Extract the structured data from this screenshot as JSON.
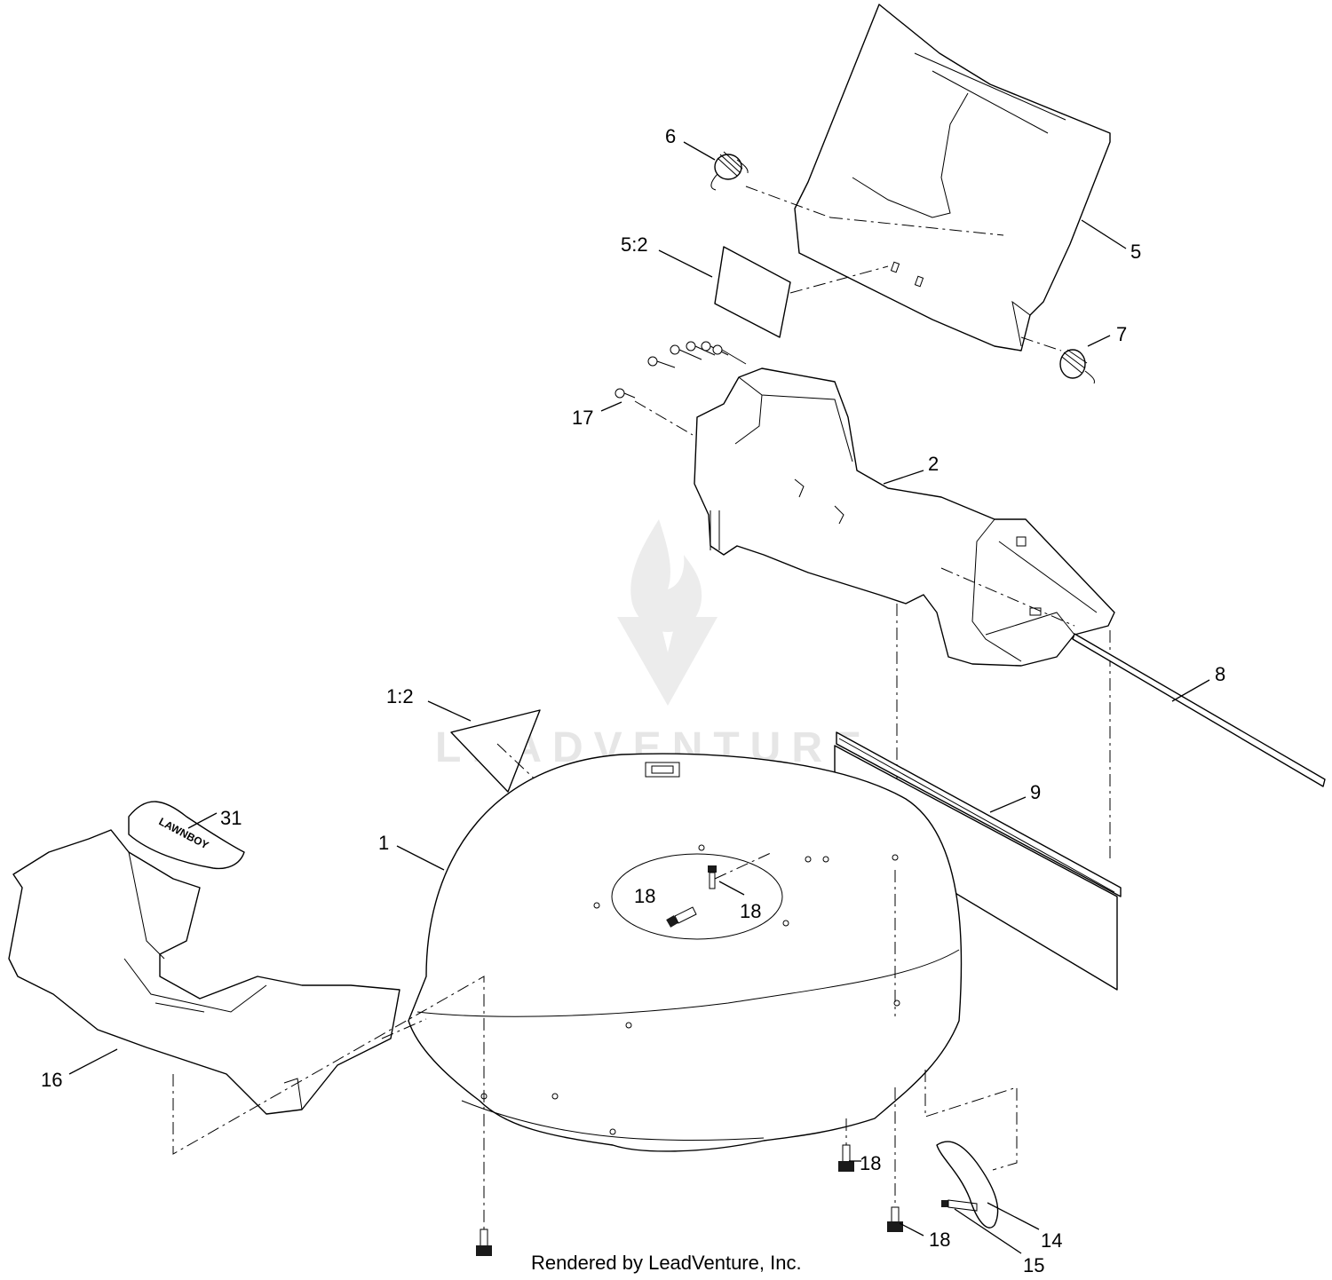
{
  "diagram": {
    "callouts": [
      {
        "id": "6",
        "text": "6"
      },
      {
        "id": "5-2",
        "text": "5:2"
      },
      {
        "id": "5",
        "text": "5"
      },
      {
        "id": "7",
        "text": "7"
      },
      {
        "id": "17",
        "text": "17"
      },
      {
        "id": "2",
        "text": "2"
      },
      {
        "id": "8",
        "text": "8"
      },
      {
        "id": "1-2",
        "text": "1:2"
      },
      {
        "id": "9",
        "text": "9"
      },
      {
        "id": "31",
        "text": "31"
      },
      {
        "id": "1",
        "text": "1"
      },
      {
        "id": "18a",
        "text": "18"
      },
      {
        "id": "18b",
        "text": "18"
      },
      {
        "id": "16",
        "text": "16"
      },
      {
        "id": "18c",
        "text": "18"
      },
      {
        "id": "18d",
        "text": "18"
      },
      {
        "id": "14",
        "text": "14"
      },
      {
        "id": "15",
        "text": "15"
      }
    ],
    "credit": "Rendered by LeadVenture, Inc.",
    "watermark": "LEADVENTURE",
    "handle_logo": "LAWNBOY"
  }
}
